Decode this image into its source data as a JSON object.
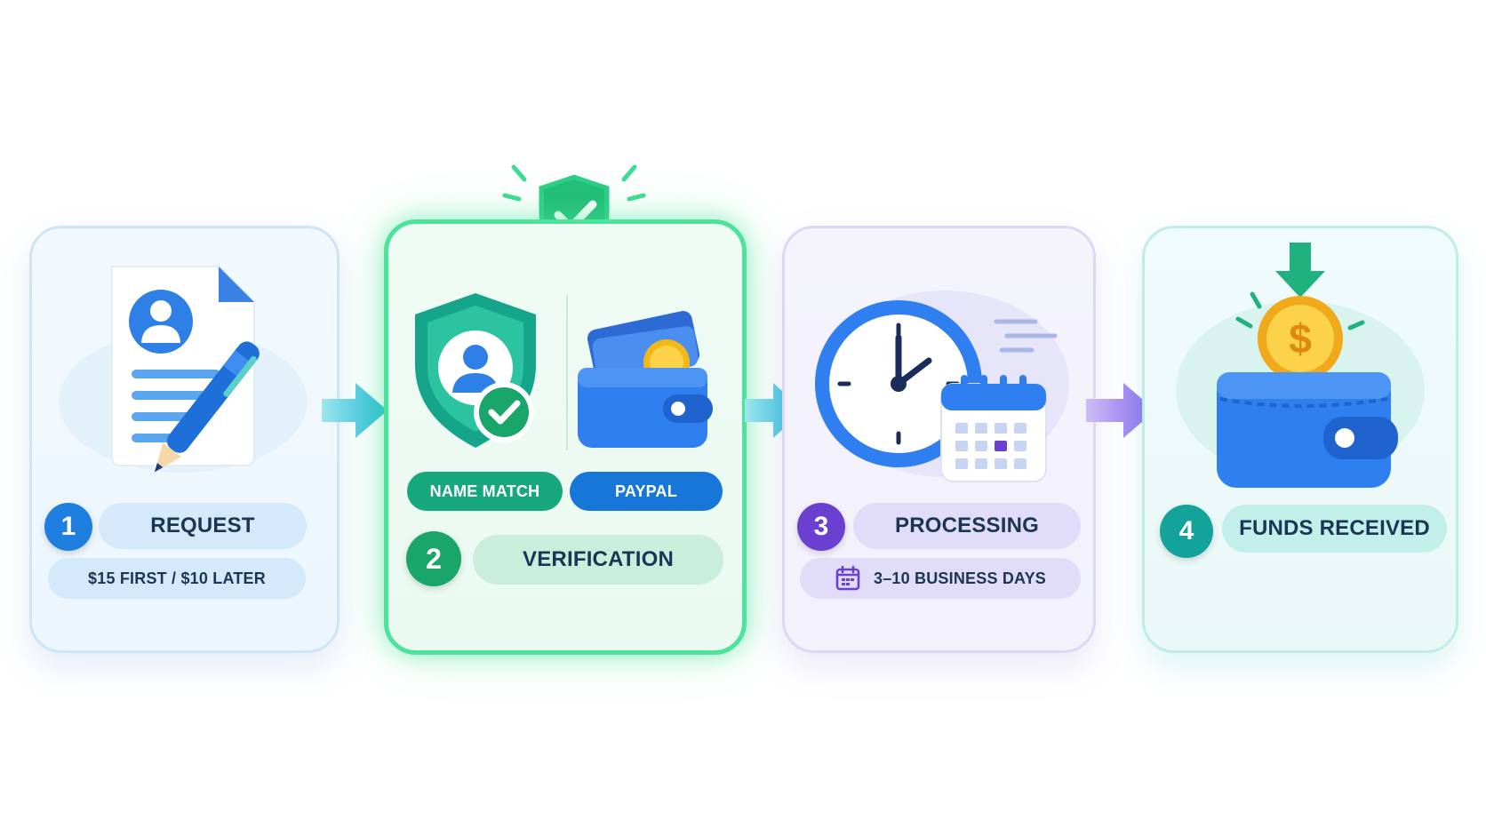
{
  "steps": [
    {
      "number": "1",
      "title": "REQUEST",
      "subtitle": "$15 FIRST / $10 LATER",
      "icon": "document-pen-icon",
      "accent": "#1f7fe0"
    },
    {
      "number": "2",
      "title": "VERIFICATION",
      "tags": [
        "NAME MATCH",
        "PAYPAL"
      ],
      "icon": "shield-user-check-icon",
      "secondary_icon": "wallet-coin-icon",
      "accent": "#1aa56a"
    },
    {
      "number": "3",
      "title": "PROCESSING",
      "subtitle": "3–10 BUSINESS DAYS",
      "subtitle_icon": "calendar-icon",
      "icon": "clock-calendar-icon",
      "accent": "#6b3fd0"
    },
    {
      "number": "4",
      "title": "FUNDS RECEIVED",
      "icon": "wallet-dollar-coin-icon",
      "accent": "#14a39a"
    }
  ],
  "connectors": [
    {
      "icon": "arrow-right-icon",
      "color": "#35c3dc"
    },
    {
      "icon": "arrow-right-icon",
      "color": "#35c3dc"
    },
    {
      "icon": "arrow-right-icon",
      "color": "#9b7cf0"
    }
  ],
  "badge": {
    "icon": "shield-check-icon",
    "color": "#2bcf86"
  }
}
